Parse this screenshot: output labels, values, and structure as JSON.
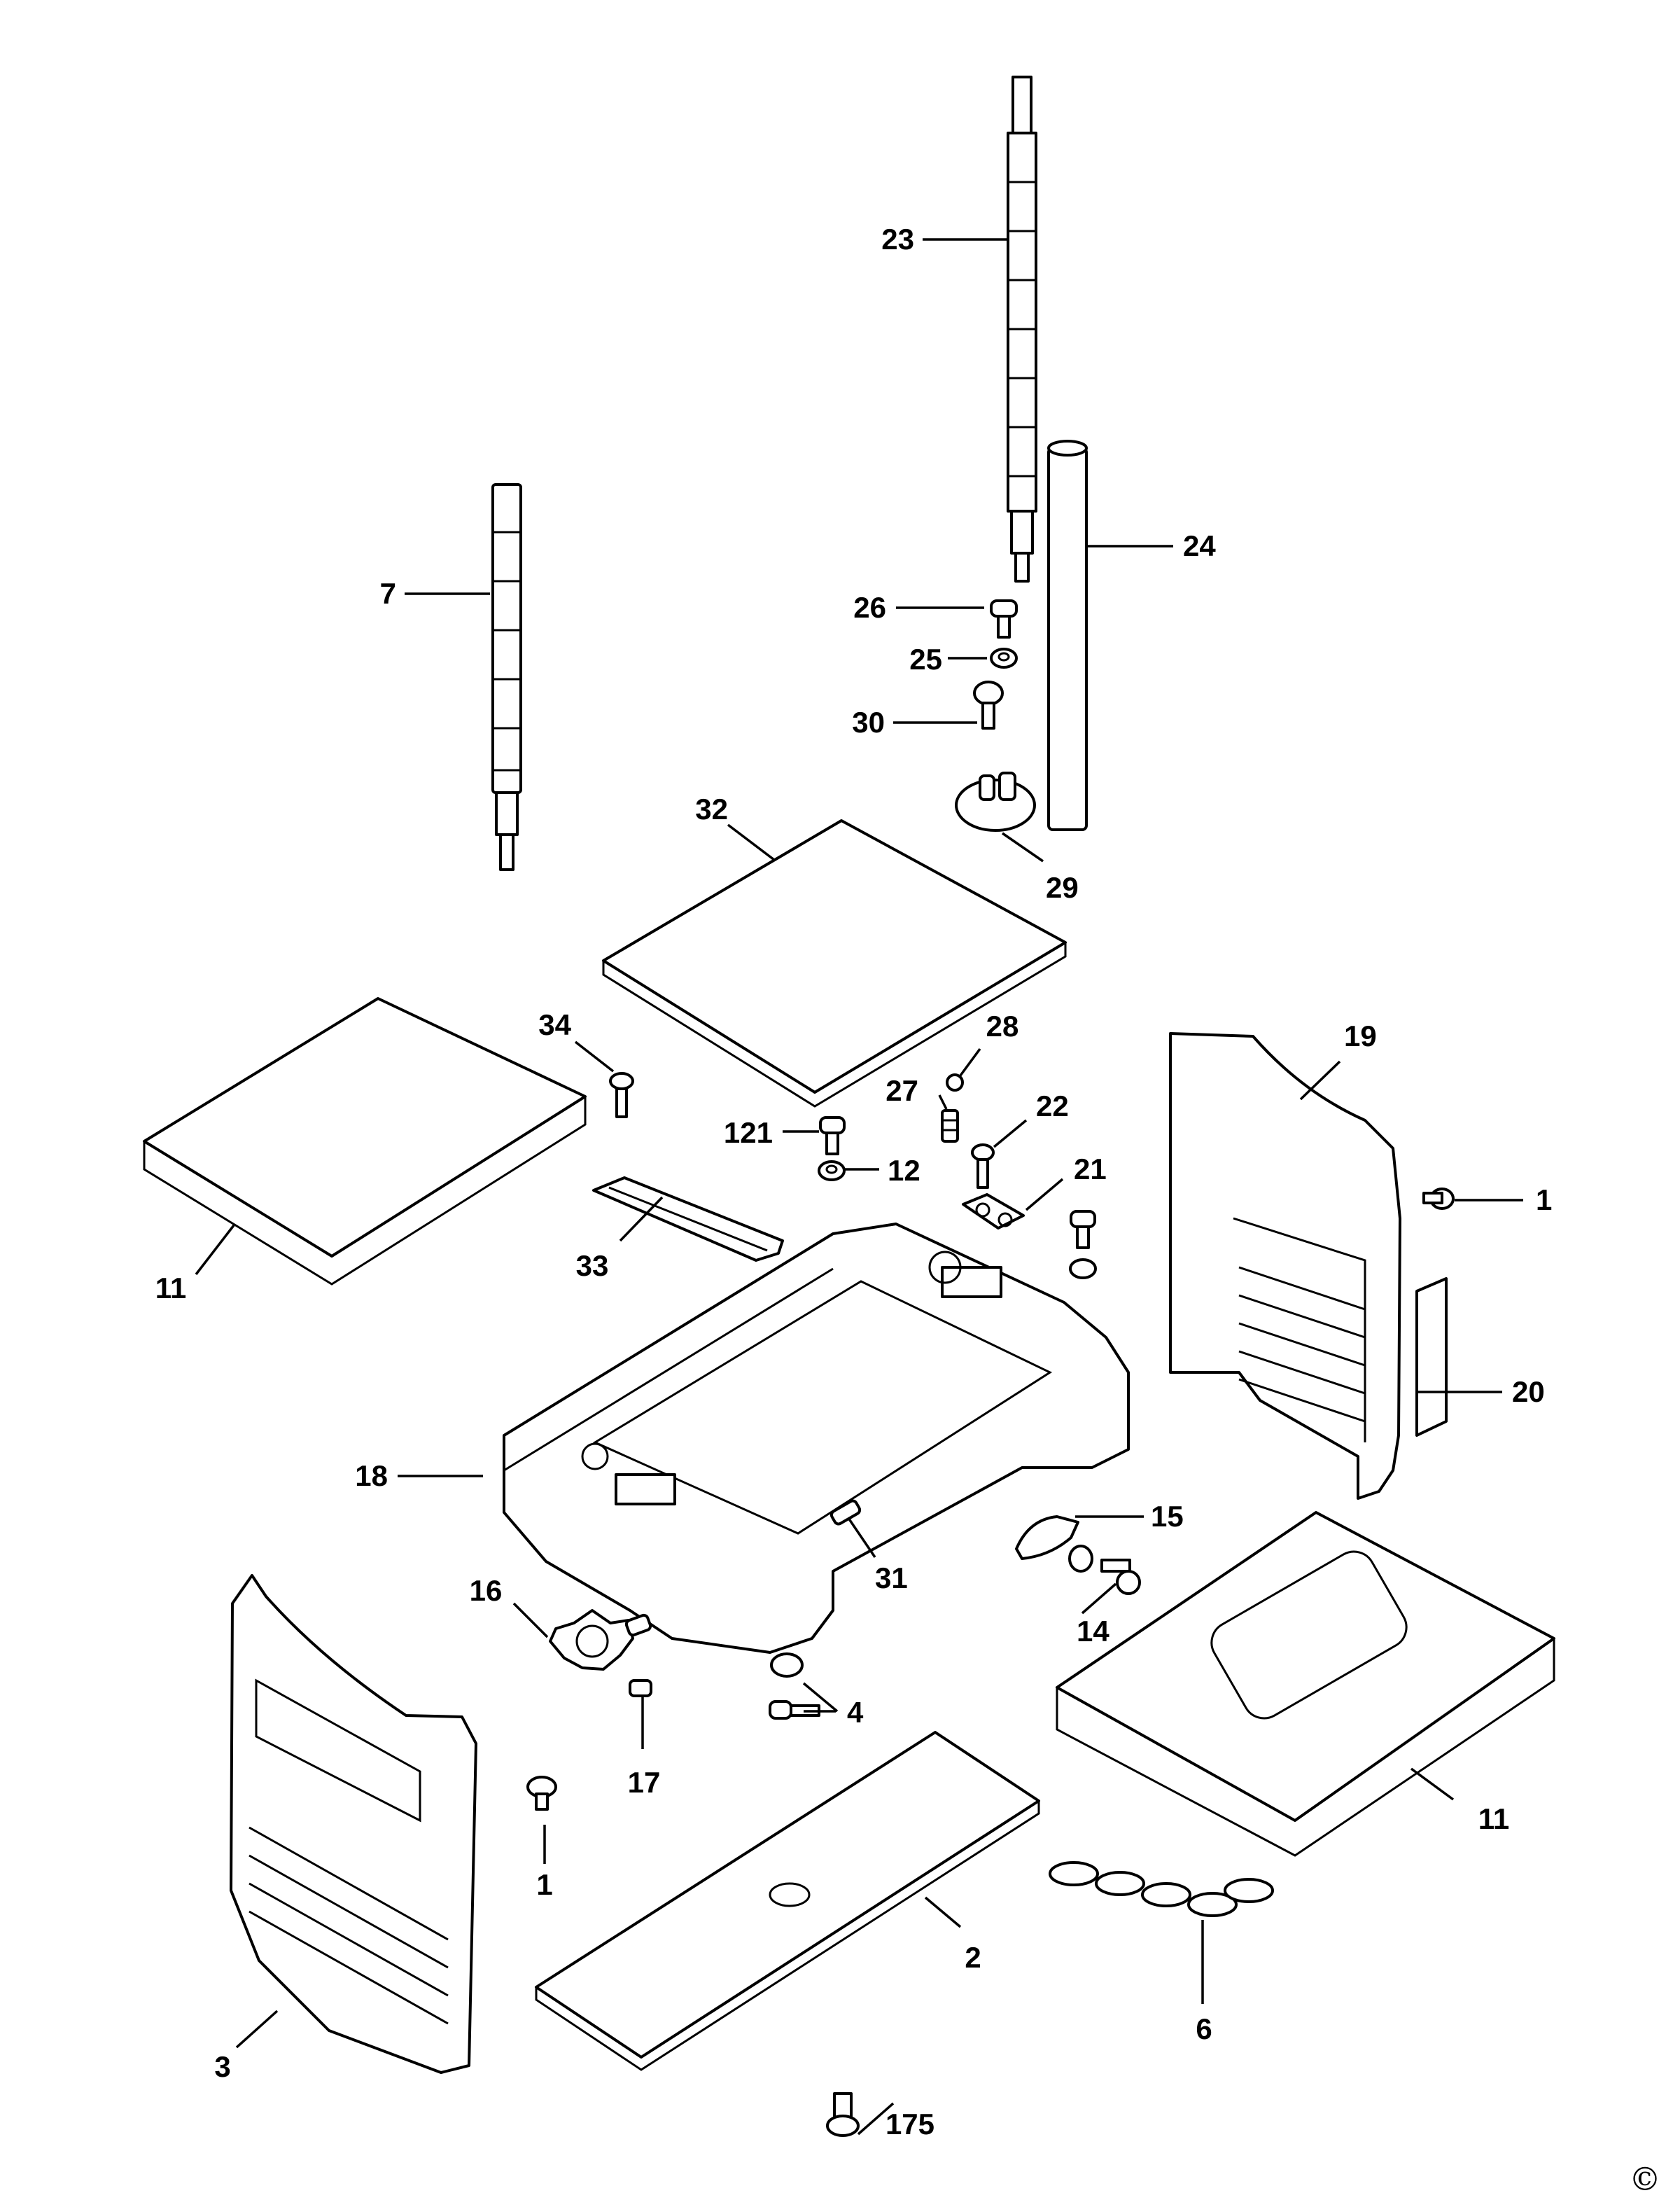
{
  "diagram": {
    "copyright": "©",
    "callouts": [
      "23",
      "24",
      "7",
      "26",
      "25",
      "30",
      "29",
      "32",
      "34",
      "28",
      "27",
      "22",
      "121",
      "12",
      "21",
      "19",
      "1",
      "20",
      "11",
      "33",
      "18",
      "15",
      "31",
      "14",
      "16",
      "4",
      "17",
      "1",
      "3",
      "2",
      "6",
      "175",
      "11"
    ]
  }
}
